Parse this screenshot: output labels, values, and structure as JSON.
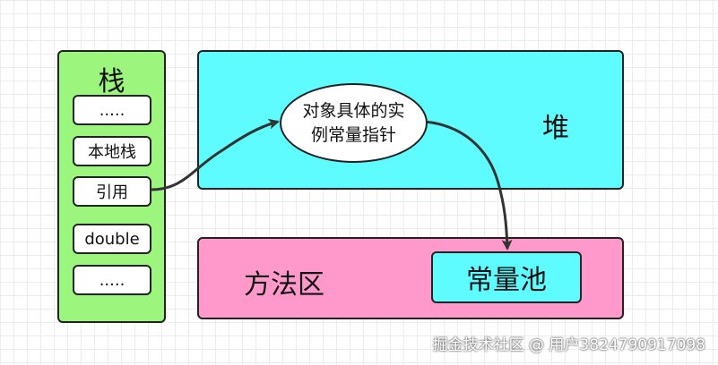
{
  "stack": {
    "title": "栈",
    "slots": [
      ".....",
      "本地栈",
      "引用",
      "double",
      "....."
    ]
  },
  "heap": {
    "label": "堆",
    "object": {
      "line1": "对象具体的实",
      "line2": "例常量指针"
    }
  },
  "method_area": {
    "label": "方法区",
    "pool": "常量池"
  },
  "watermark": "掘金技术社区 @ 用户3824790917098",
  "colors": {
    "stack": "#9cf57c",
    "heap": "#5ffcff",
    "method_area": "#ff99cc",
    "pool": "#5ffcff"
  }
}
